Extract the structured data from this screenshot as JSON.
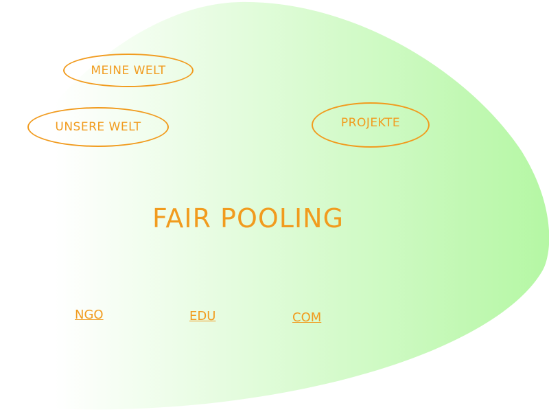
{
  "navigation": {
    "meine_welt": "MEINE WELT",
    "unsere_welt": "UNSERE WELT",
    "projekte": "PROJEKTE"
  },
  "title": "FAIR POOLING",
  "links": {
    "ngo": "NGO",
    "edu": "EDU",
    "com": "COM"
  },
  "colors": {
    "accent": "#f19b1e",
    "blob_start": "#ffffff",
    "blob_end": "#b5f7a4"
  }
}
